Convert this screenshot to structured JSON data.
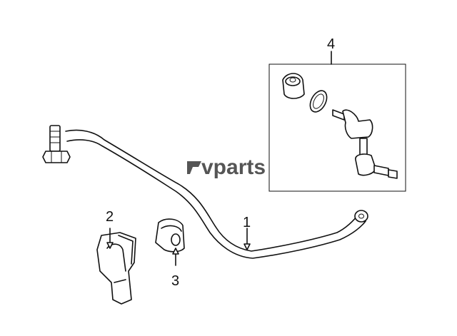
{
  "callouts": [
    {
      "number": "1"
    },
    {
      "number": "2"
    },
    {
      "number": "3"
    },
    {
      "number": "4"
    }
  ],
  "watermark": {
    "text": "vparts"
  },
  "colors": {
    "line": "#111111",
    "background": "#ffffff",
    "watermark": "#555555"
  }
}
